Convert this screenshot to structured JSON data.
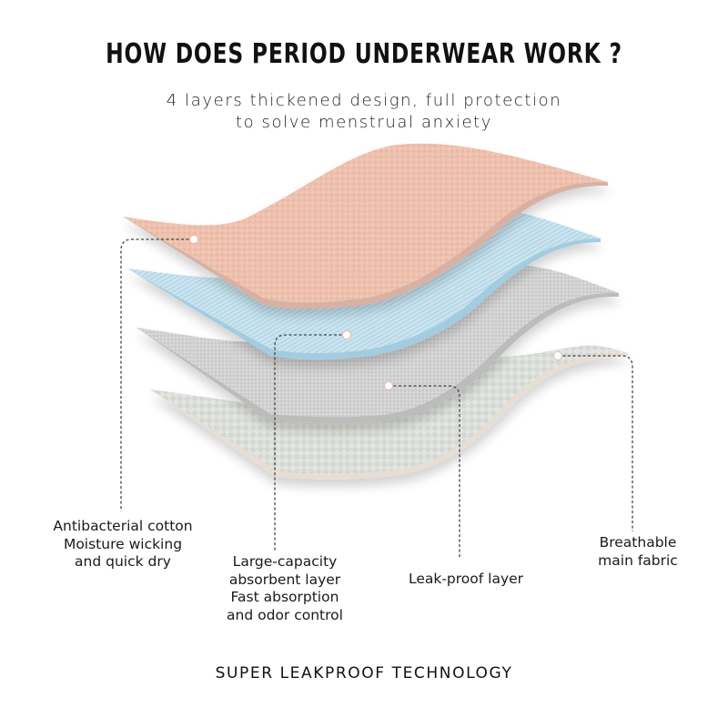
{
  "header": {
    "title": "HOW DOES PERIOD UNDERWEAR WORK ?",
    "subtitle_line1": "4 layers thickened design, full protection",
    "subtitle_line2": "to solve menstrual anxiety"
  },
  "layers": [
    {
      "id": "layer-1",
      "name": "Antibacterial cotton",
      "color": "#eec2b0",
      "edge_color": "#d9b3a6",
      "label_lines": [
        "Antibacterial cotton",
        "Moisture wicking",
        "and quick dry"
      ]
    },
    {
      "id": "layer-2",
      "name": "Large-capacity absorbent layer",
      "color": "#c9e3ee",
      "edge_color": "#9cc6dc",
      "label_lines": [
        "Large-capacity",
        "absorbent layer",
        "Fast absorption",
        "and odor control"
      ]
    },
    {
      "id": "layer-3",
      "name": "Leak-proof layer",
      "color": "#cfcfcf",
      "edge_color": "#b5b5b5",
      "label_lines": [
        "Leak-proof layer"
      ]
    },
    {
      "id": "layer-4",
      "name": "Breathable main fabric",
      "color": "#dcdfda",
      "edge_color": "#e6dcd2",
      "label_lines": [
        "Breathable",
        "main fabric"
      ]
    }
  ],
  "footer": {
    "text": "SUPER LEAKPROOF TECHNOLOGY"
  }
}
